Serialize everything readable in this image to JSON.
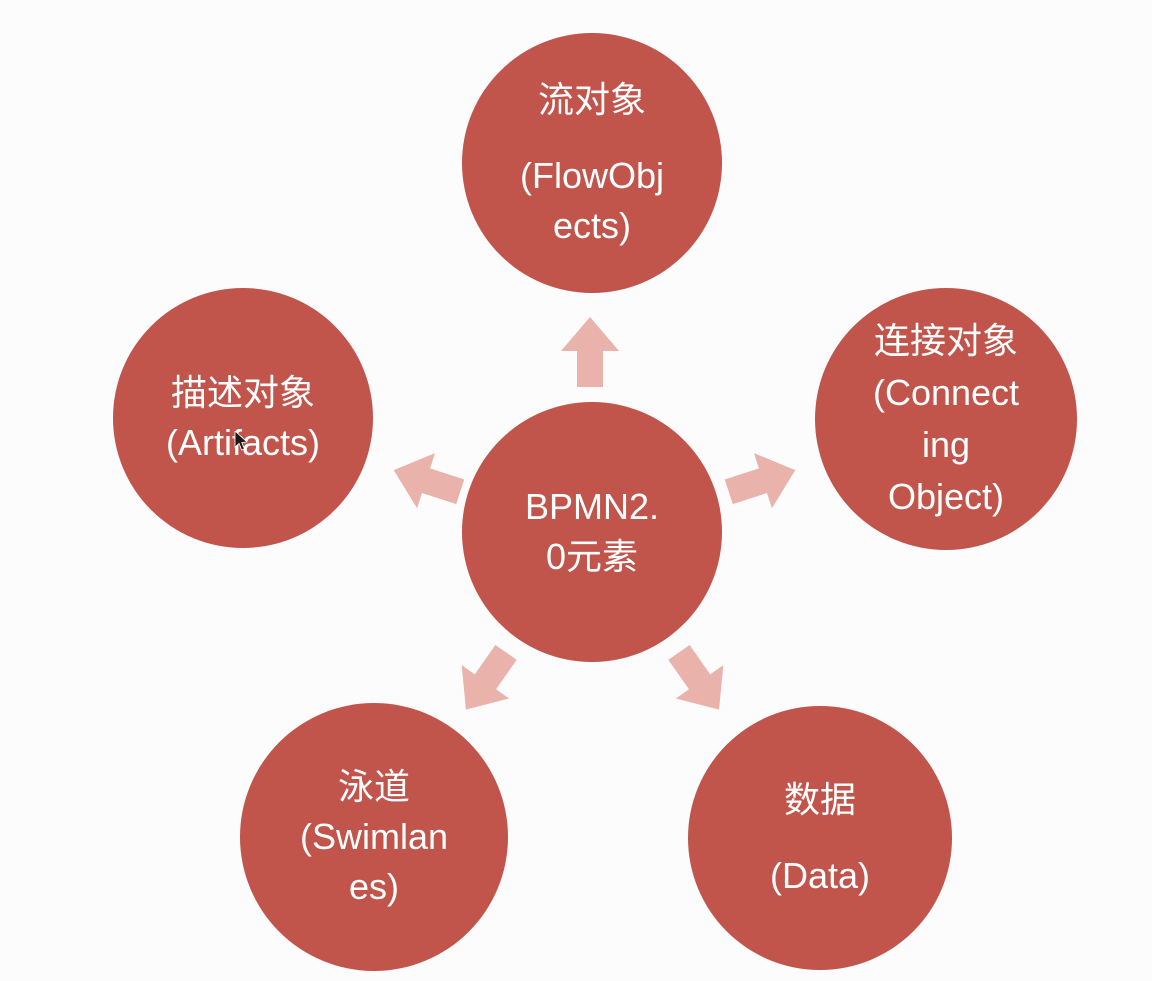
{
  "theme": {
    "background": "#fcfcfc",
    "circle_color": "#c1544b",
    "arrow_color": "#e9b3ab",
    "text_color": "#ffffff"
  },
  "center": {
    "lines": [
      "BPMN2.",
      "0元素"
    ]
  },
  "nodes": {
    "flow_objects": {
      "lines": [
        "流对象",
        "(FlowObj",
        "ects)"
      ]
    },
    "connecting_object": {
      "lines": [
        "连接对象",
        "(Connect",
        "ing",
        "Object)"
      ]
    },
    "artifacts": {
      "lines": [
        "描述对象",
        "(Artifacts)"
      ]
    },
    "swimlanes": {
      "lines": [
        "泳道",
        "(Swimlan",
        "es)"
      ]
    },
    "data": {
      "lines": [
        "数据",
        "(Data)"
      ]
    }
  },
  "icons": {
    "arrow_up": "block-arrow",
    "arrow_left": "block-arrow",
    "arrow_right": "block-arrow",
    "arrow_down_left": "block-arrow",
    "arrow_down_right": "block-arrow",
    "mouse_cursor": "pointer-arrow"
  }
}
